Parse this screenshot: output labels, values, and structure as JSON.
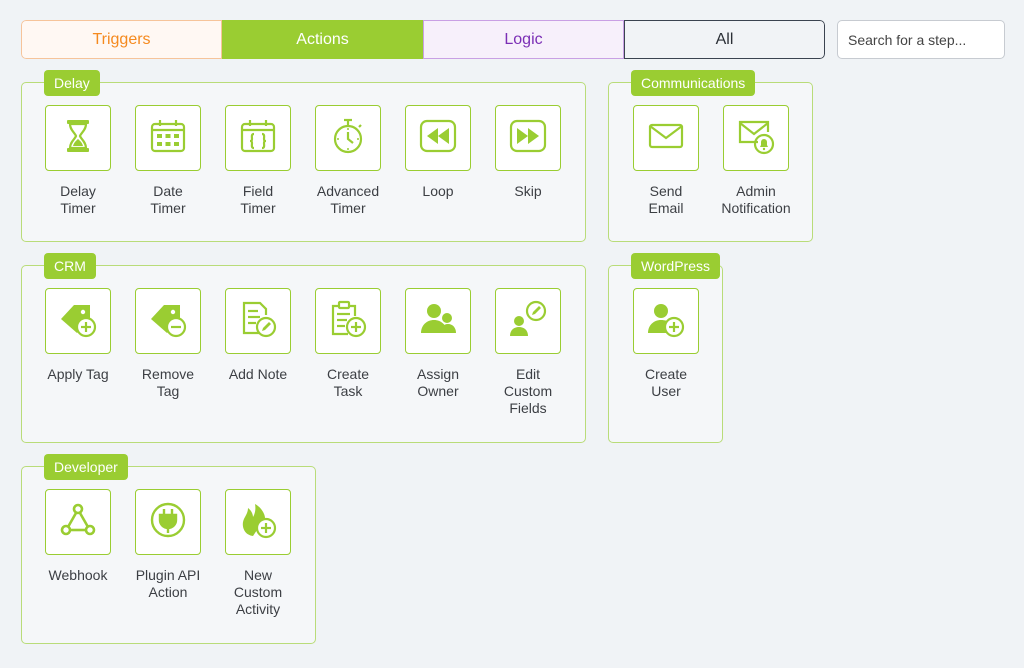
{
  "tabs": {
    "triggers": "Triggers",
    "actions": "Actions",
    "logic": "Logic",
    "all": "All"
  },
  "search": {
    "placeholder": "Search for a step..."
  },
  "colors": {
    "accent": "#9acd32",
    "triggers": "#f58a1f",
    "logic": "#7b2fb5",
    "background": "#f0f3f6"
  },
  "groups": {
    "delay": {
      "label": "Delay",
      "items": [
        {
          "label": "Delay\nTimer",
          "icon": "hourglass-icon"
        },
        {
          "label": "Date\nTimer",
          "icon": "calendar-icon"
        },
        {
          "label": "Field\nTimer",
          "icon": "calendar-braces-icon"
        },
        {
          "label": "Advanced\nTimer",
          "icon": "stopwatch-icon"
        },
        {
          "label": "Loop",
          "icon": "rewind-icon"
        },
        {
          "label": "Skip",
          "icon": "fast-forward-icon"
        }
      ]
    },
    "communications": {
      "label": "Communications",
      "items": [
        {
          "label": "Send\nEmail",
          "icon": "envelope-icon"
        },
        {
          "label": "Admin\nNotification",
          "icon": "envelope-bell-icon"
        }
      ]
    },
    "crm": {
      "label": "CRM",
      "items": [
        {
          "label": "Apply Tag",
          "icon": "tag-plus-icon"
        },
        {
          "label": "Remove\nTag",
          "icon": "tag-minus-icon"
        },
        {
          "label": "Add Note",
          "icon": "note-pen-icon"
        },
        {
          "label": "Create\nTask",
          "icon": "clipboard-plus-icon"
        },
        {
          "label": "Assign\nOwner",
          "icon": "users-icon"
        },
        {
          "label": "Edit\nCustom\nFields",
          "icon": "user-pen-icon"
        }
      ]
    },
    "wordpress": {
      "label": "WordPress",
      "items": [
        {
          "label": "Create\nUser",
          "icon": "user-plus-icon"
        }
      ]
    },
    "developer": {
      "label": "Developer",
      "items": [
        {
          "label": "Webhook",
          "icon": "webhook-icon"
        },
        {
          "label": "Plugin API\nAction",
          "icon": "plug-icon"
        },
        {
          "label": "New\nCustom\nActivity",
          "icon": "flame-plus-icon"
        }
      ]
    }
  }
}
